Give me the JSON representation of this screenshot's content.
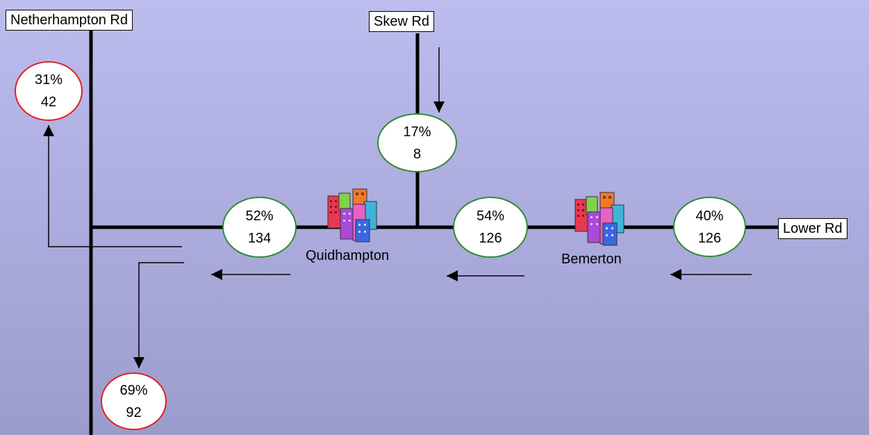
{
  "roads": {
    "netherhampton": "Netherhampton Rd",
    "skew": "Skew Rd",
    "lower": "Lower Rd"
  },
  "places": {
    "quidhampton": "Quidhampton",
    "bemerton": "Bemerton"
  },
  "flows": {
    "netherhampton_north": {
      "percent": "31%",
      "count": "42"
    },
    "netherhampton_south": {
      "percent": "69%",
      "count": "92"
    },
    "skew": {
      "percent": "17%",
      "count": "8"
    },
    "west_of_quidhampton": {
      "percent": "52%",
      "count": "134"
    },
    "between_villages": {
      "percent": "54%",
      "count": "126"
    },
    "lower_rd": {
      "percent": "40%",
      "count": "126"
    }
  },
  "icons": [
    "village-icon",
    "arrow-left-icon",
    "arrow-down-icon",
    "arrow-up-icon"
  ],
  "colors": {
    "background_top": "#bcbcee",
    "background_bottom": "#9c9ccc",
    "bubble_green": "#2e8b2e",
    "bubble_red": "#e02020"
  }
}
